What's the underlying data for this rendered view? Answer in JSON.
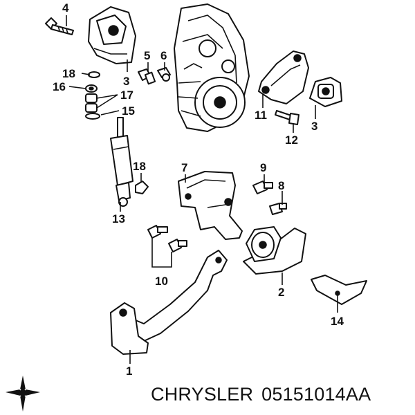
{
  "callouts": [
    {
      "id": "c4",
      "label": "4"
    },
    {
      "id": "c3a",
      "label": "3"
    },
    {
      "id": "c5",
      "label": "5"
    },
    {
      "id": "c6",
      "label": "6"
    },
    {
      "id": "c18a",
      "label": "18"
    },
    {
      "id": "c16",
      "label": "16"
    },
    {
      "id": "c17",
      "label": "17"
    },
    {
      "id": "c15",
      "label": "15"
    },
    {
      "id": "c11",
      "label": "11"
    },
    {
      "id": "c3b",
      "label": "3"
    },
    {
      "id": "c12",
      "label": "12"
    },
    {
      "id": "c18b",
      "label": "18"
    },
    {
      "id": "c7",
      "label": "7"
    },
    {
      "id": "c9",
      "label": "9"
    },
    {
      "id": "c8",
      "label": "8"
    },
    {
      "id": "c13",
      "label": "13"
    },
    {
      "id": "c10",
      "label": "10"
    },
    {
      "id": "c2",
      "label": "2"
    },
    {
      "id": "c14",
      "label": "14"
    },
    {
      "id": "c1",
      "label": "1"
    }
  ],
  "caption": {
    "brand": "CHRYSLER",
    "part_number": "05151014AA"
  },
  "logo": {
    "icon": "chrysler-pentastar-icon"
  }
}
